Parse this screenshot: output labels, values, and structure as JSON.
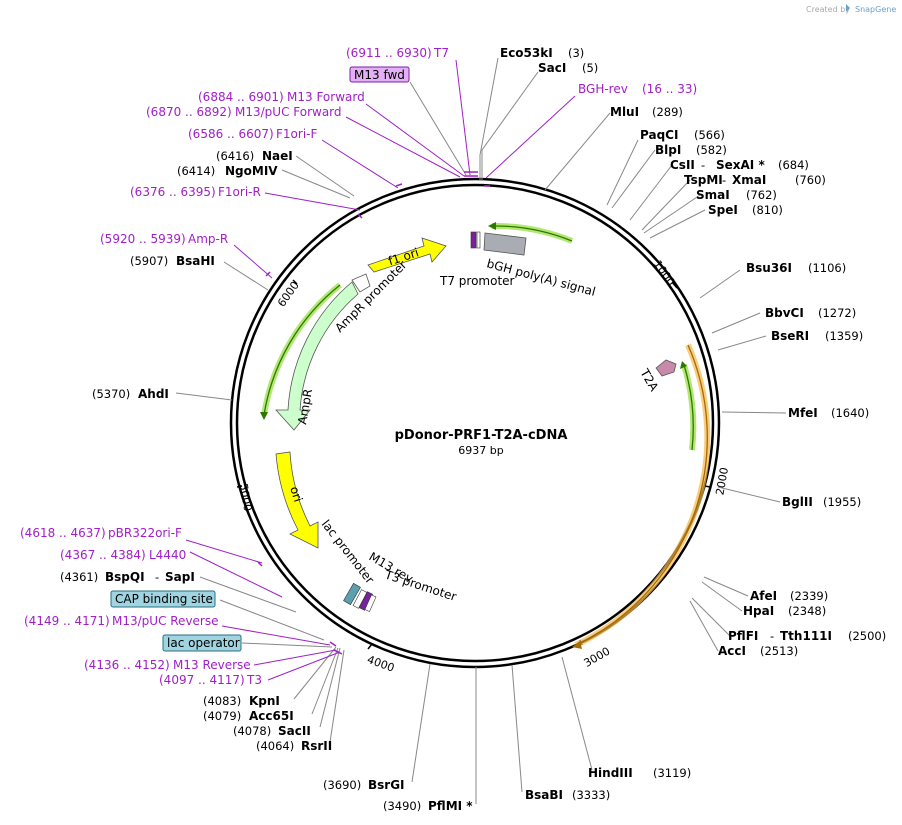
{
  "watermark": "Created by",
  "watermark_brand": "SnapGene",
  "plasmid": {
    "name": "pDonor-PRF1-T2A-cDNA",
    "size": "6937 bp"
  },
  "ticks": [
    "1000",
    "2000",
    "3000",
    "4000",
    "5000",
    "6000"
  ],
  "features": {
    "f1_ori": "f1 ori",
    "ampr_promoter": "AmpR promoter",
    "ampr": "AmpR",
    "ori": "ori",
    "lac_promoter": "lac promoter",
    "m13_rev": "M13 rev",
    "t3_promoter": "T3 promoter",
    "t7_promoter": "T7 promoter",
    "bgh": "bGH poly(A) signal",
    "t2a": "T2A"
  },
  "enzymes_right": [
    {
      "name": "Eco53kI",
      "pos": "(3)"
    },
    {
      "name": "SacI",
      "pos": "(5)"
    },
    {
      "name": "MluI",
      "pos": "(289)"
    },
    {
      "name": "PaqCI",
      "pos": "(566)"
    },
    {
      "name": "BlpI",
      "pos": "(582)"
    },
    {
      "name": "CsII",
      "sep": "-",
      "name2": "SexAI *",
      "pos": "(684)"
    },
    {
      "name": "TspMI",
      "sep": "-",
      "name2": "XmaI",
      "pos": "(760)"
    },
    {
      "name": "SmaI",
      "pos": "(762)"
    },
    {
      "name": "SpeI",
      "pos": "(810)"
    },
    {
      "name": "Bsu36I",
      "pos": "(1106)"
    },
    {
      "name": "BbvCI",
      "pos": "(1272)"
    },
    {
      "name": "BseRI",
      "pos": "(1359)"
    },
    {
      "name": "MfeI",
      "pos": "(1640)"
    },
    {
      "name": "BglII",
      "pos": "(1955)"
    },
    {
      "name": "AfeI",
      "pos": "(2339)"
    },
    {
      "name": "HpaI",
      "pos": "(2348)"
    },
    {
      "name": "PflFI",
      "sep": "-",
      "name2": "Tth111I",
      "pos": "(2500)"
    },
    {
      "name": "AccI",
      "pos": "(2513)"
    },
    {
      "name": "HindIII",
      "pos": "(3119)"
    },
    {
      "name": "BsaBI",
      "pos": "(3333)"
    }
  ],
  "enzymes_left": [
    {
      "name": "PflMI *",
      "pos": "(3490)"
    },
    {
      "name": "BsrGI",
      "pos": "(3690)"
    },
    {
      "name": "RsrII",
      "pos": "(4064)"
    },
    {
      "name": "SacII",
      "pos": "(4078)"
    },
    {
      "name": "Acc65I",
      "pos": "(4079)"
    },
    {
      "name": "KpnI",
      "pos": "(4083)"
    },
    {
      "name": "BspQI",
      "sep": "-",
      "name2": "SapI",
      "pos": "(4361)"
    },
    {
      "name": "AhdI",
      "pos": "(5370)"
    },
    {
      "name": "BsaHI",
      "pos": "(5907)"
    },
    {
      "name": "NgoMIV",
      "pos": "(6414)"
    },
    {
      "name": "NaeI",
      "pos": "(6416)"
    }
  ],
  "primers": [
    {
      "range": "(6911 .. 6930)",
      "name": "T7"
    },
    {
      "name": "M13 fwd"
    },
    {
      "range": "(16 .. 33)",
      "name": "BGH-rev"
    },
    {
      "range": "(6884 .. 6901)",
      "name": "M13 Forward"
    },
    {
      "range": "(6870 .. 6892)",
      "name": "M13/pUC Forward"
    },
    {
      "range": "(6586 .. 6607)",
      "name": "F1ori-F"
    },
    {
      "range": "(6376 .. 6395)",
      "name": "F1ori-R"
    },
    {
      "range": "(5920 .. 5939)",
      "name": "Amp-R"
    },
    {
      "range": "(4618 .. 4637)",
      "name": "pBR322ori-F"
    },
    {
      "range": "(4367 .. 4384)",
      "name": "L4440"
    },
    {
      "range": "(4149 .. 4171)",
      "name": "M13/pUC Reverse"
    },
    {
      "range": "(4136 .. 4152)",
      "name": "M13 Reverse"
    },
    {
      "range": "(4097 .. 4117)",
      "name": "T3"
    }
  ],
  "boxed_features": [
    {
      "name": "CAP binding site"
    },
    {
      "name": "lac operator"
    }
  ],
  "colors": {
    "yellow": "#ffff00",
    "amp_green": "#ccffcc",
    "orf_orange": "#f5b84a",
    "orf_green": "#99dd44",
    "purple": "#a020c8",
    "cap_blue": "#9fd4e0",
    "m13_fwd_box": "#e3b0f5",
    "bgh_gray": "#a9adb3",
    "t2a_mauve": "#c88aa8"
  }
}
